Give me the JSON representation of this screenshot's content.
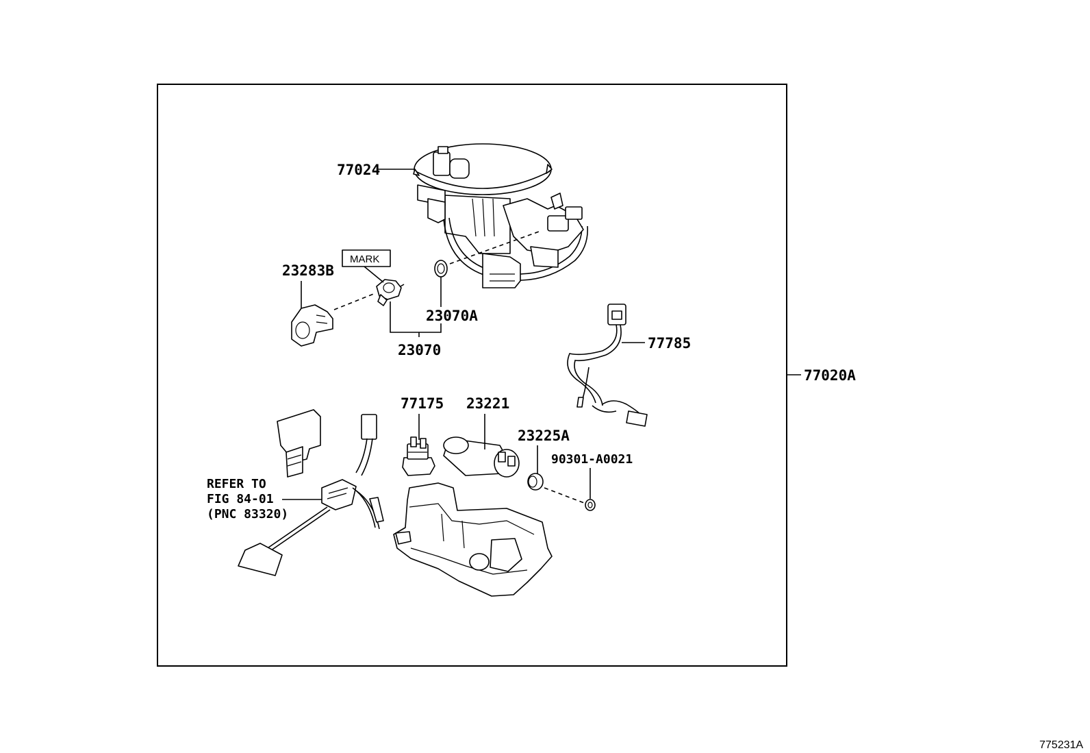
{
  "frame_label": "77020A",
  "figure_id": "775231A",
  "parts": {
    "p77024": "77024",
    "p23283B": "23283B",
    "p23070A": "23070A",
    "p23070": "23070",
    "p77785": "77785",
    "p77175": "77175",
    "p23221": "23221",
    "p23225A": "23225A",
    "p90301": "90301-A0021"
  },
  "mark_box": "MARK",
  "refer_note": {
    "line1": "REFER TO",
    "line2": "FIG 84-01",
    "line3": "(PNC 83320)"
  }
}
